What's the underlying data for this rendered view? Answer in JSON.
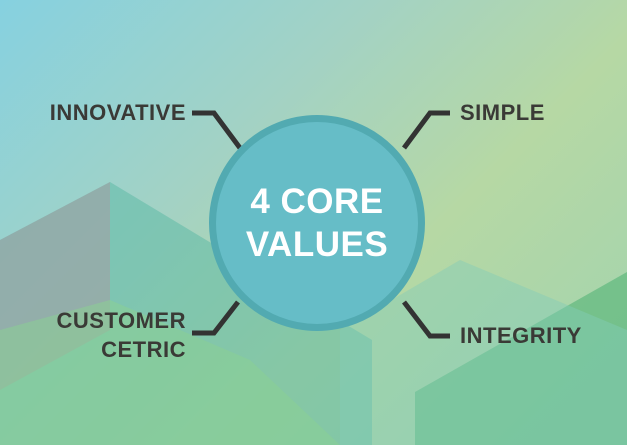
{
  "center": {
    "line1": "4 CORE",
    "line2": "VALUES"
  },
  "values": {
    "innovative": "INNOVATIVE",
    "simple": "SIMPLE",
    "customer_line1": "CUSTOMER",
    "customer_line2": "CETRIC",
    "integrity": "INTEGRITY"
  },
  "colors": {
    "label_text": "#3a3a36",
    "connector": "#333333",
    "circle_fill": "#66bdc7",
    "circle_border": "#52aab1",
    "center_text": "#ffffff"
  }
}
